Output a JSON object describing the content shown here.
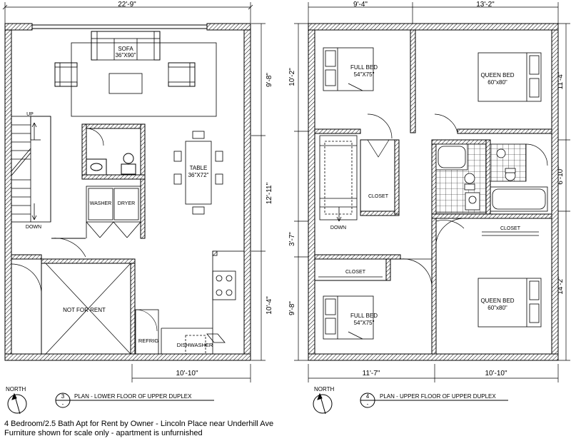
{
  "lower": {
    "dims": {
      "top": "22'-9\"",
      "bottom": "10'-10\"",
      "right_1": "9'-8\"",
      "right_2": "12'-11\"",
      "right_3": "10'-4\""
    },
    "rooms": {
      "sofa": "SOFA",
      "sofa_size": "36\"X90\"",
      "table": "TABLE",
      "table_size": "36\"X72\"",
      "washer": "WASHER",
      "dryer": "DRYER",
      "not_for_rent": "NOT FOR RENT",
      "refrig": "REFRIG",
      "dishwasher": "DISHWASHER",
      "up": "UP",
      "down": "DOWN"
    },
    "north": "NORTH",
    "plan_number": "3",
    "plan_dash": "-",
    "plan_title": "PLAN - LOWER FLOOR OF UPPER DUPLEX"
  },
  "upper": {
    "dims": {
      "top_left": "9'-4\"",
      "top_right": "13'-2\"",
      "left_1": "10'-2\"",
      "left_2": "3'-7\"",
      "left_3": "9'-8\"",
      "right_1": "11'-4\"",
      "right_2": "6'-10\"",
      "right_3": "14'-2\"",
      "bottom_left": "11'-7\"",
      "bottom_right": "10'-10\""
    },
    "rooms": {
      "full_bed_1": "FULL BED",
      "full_bed_1_size": "54\"X75\"",
      "queen_bed_1": "QUEEN BED",
      "queen_bed_1_size": "60\"x80\"",
      "closet_stair": "CLOSET",
      "closet_bath": "CLOSET",
      "closet_bed3": "CLOSET",
      "full_bed_2": "FULL BED",
      "full_bed_2_size": "54\"X75\"",
      "queen_bed_2": "QUEEN BED",
      "queen_bed_2_size": "60\"x80\"",
      "down": "DOWN"
    },
    "north": "NORTH",
    "plan_number": "4",
    "plan_dash": "-",
    "plan_title": "PLAN - UPPER FLOOR OF UPPER DUPLEX"
  },
  "caption": {
    "line1": "4 Bedroom/2.5 Bath Apt for Rent by Owner - Lincoln Place near Underhill Ave",
    "line2": "Furniture shown for scale only - apartment is unfurnished"
  }
}
